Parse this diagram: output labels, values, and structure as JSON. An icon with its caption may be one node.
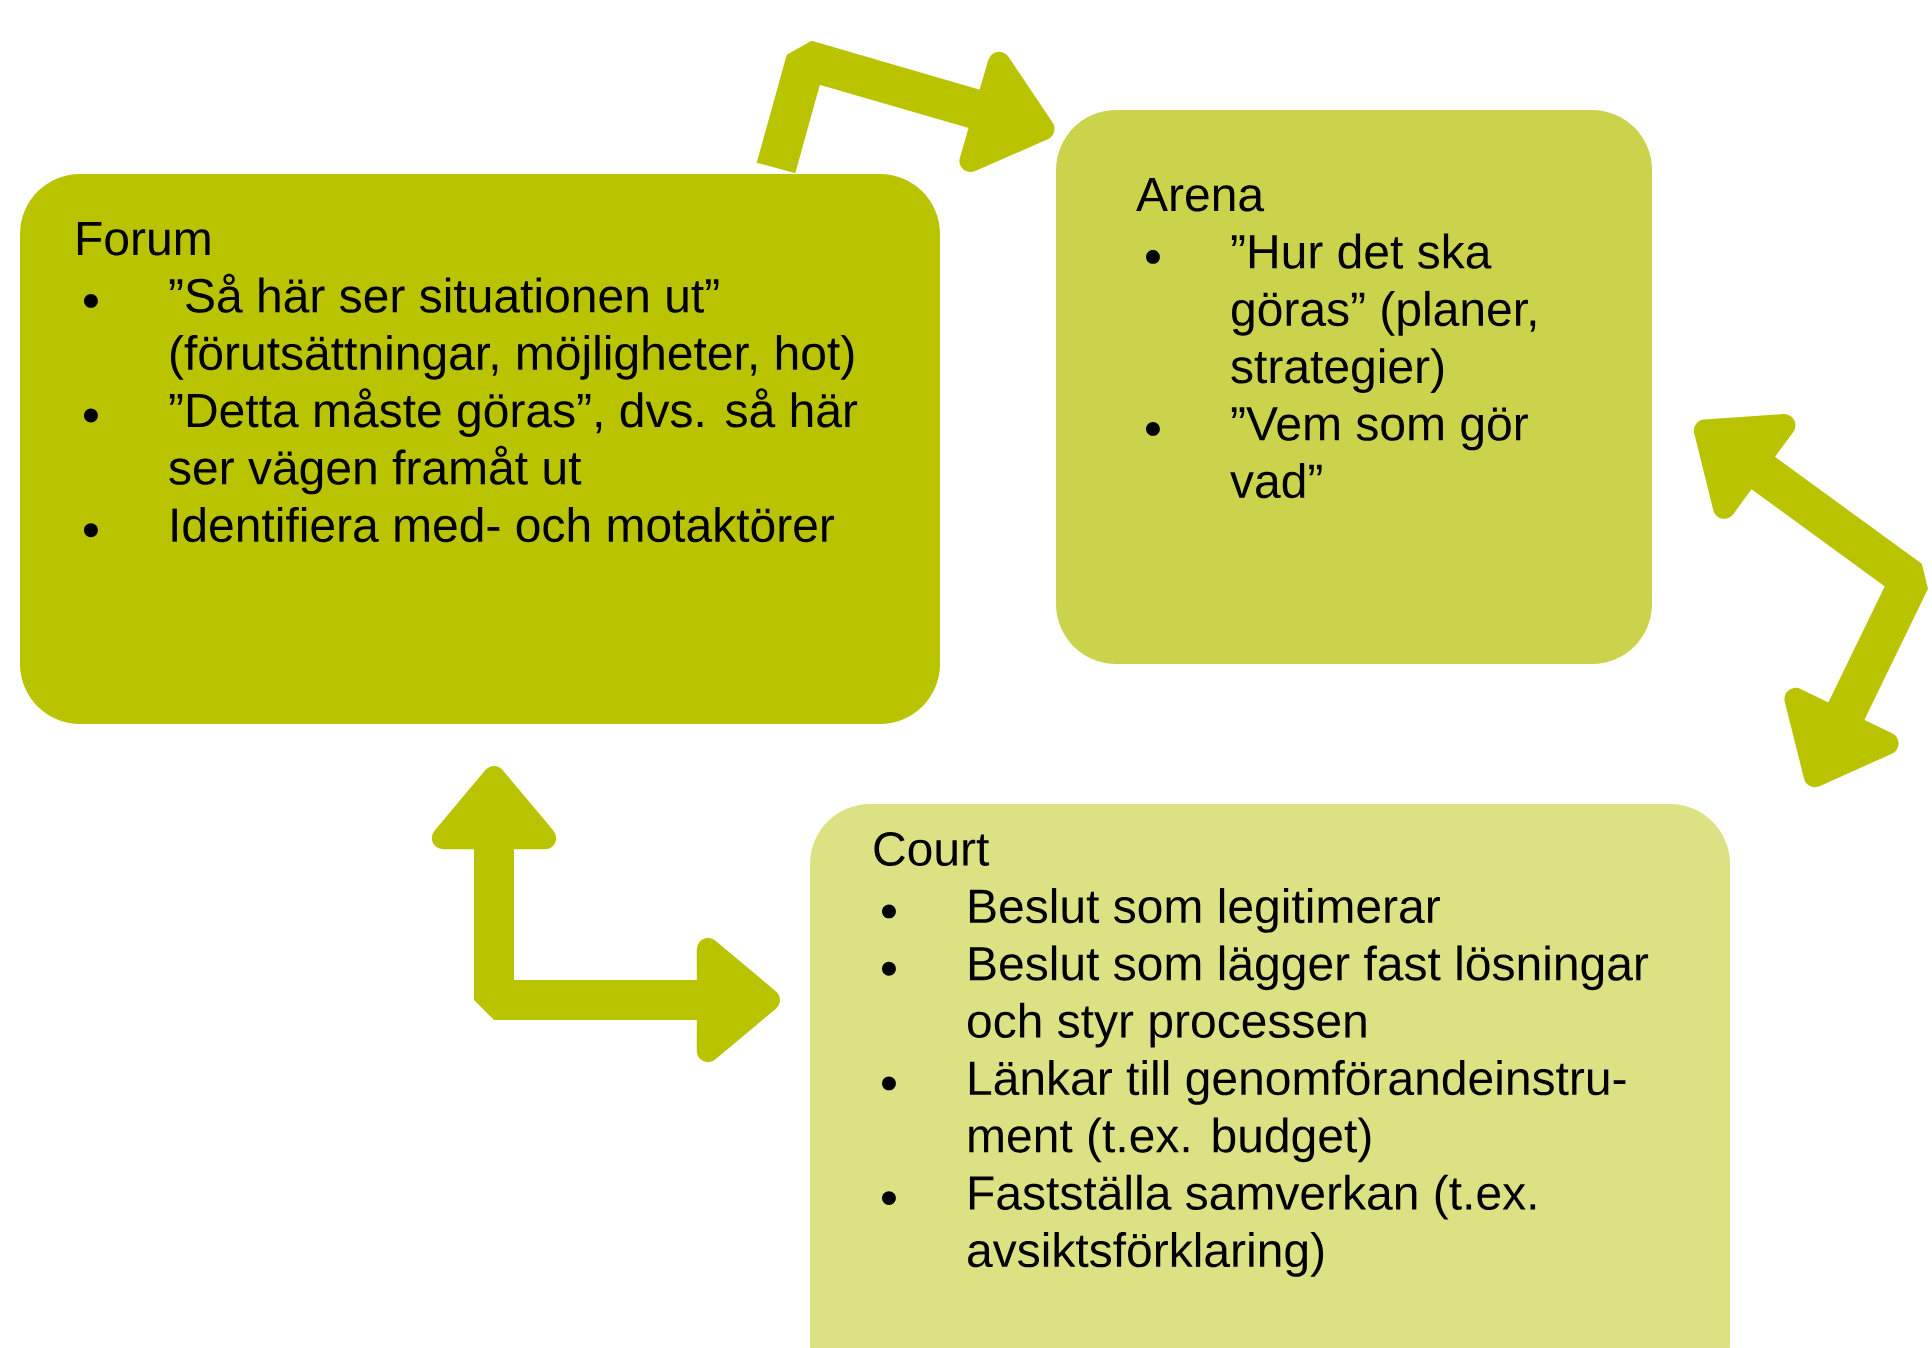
{
  "diagram": {
    "nodes": [
      {
        "text": [
          "Forum",
          "”Så här ser situationen ut” (förutsättningar, möjligheter, hot)",
          "”Detta måste göras”, dvs. så här ser vägen framåt ut",
          "Identifiera med- och motaktörer"
        ]
      },
      {
        "text": [
          "Arena",
          "”Hur det ska göras” (planer, strategier)",
          "”Vem som gör vad”"
        ]
      },
      {
        "text": [
          "Court",
          "Beslut som legitimerar",
          "Beslut som lägger fast lösningar och styr processen",
          "Länkar till genomförandeinstru- ment (t.ex. budget)",
          "Fastställa samverkan (t.ex. avsiktsförklaring)"
        ]
      }
    ],
    "edges": [
      {
        "from": 0,
        "to": 1,
        "arrow": "to"
      },
      {
        "from": 1,
        "to": 2,
        "arrow": "both"
      },
      {
        "from": 0,
        "to": 2,
        "arrow": "both"
      }
    ]
  }
}
